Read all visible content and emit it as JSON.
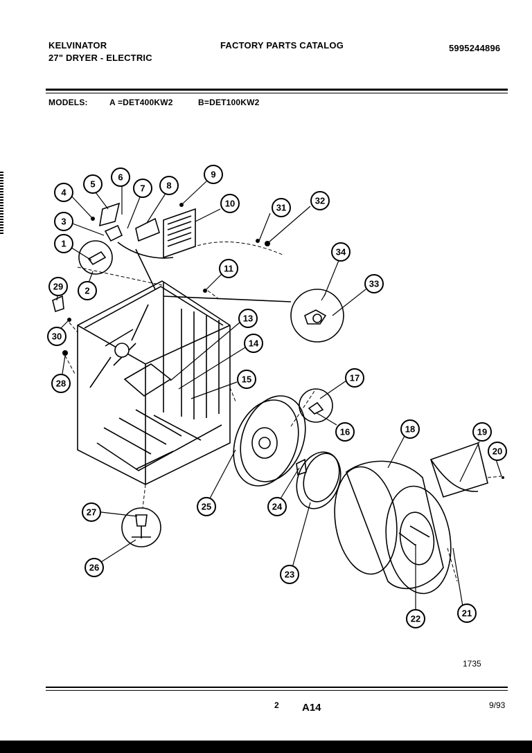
{
  "header": {
    "brand": "KELVINATOR",
    "product": "27\" DRYER - ELECTRIC",
    "catalog_title": "FACTORY PARTS CATALOG",
    "catalog_number": "5995244896"
  },
  "models": {
    "label": "MODELS:",
    "model_a": "A =DET400KW2",
    "model_b": "B=DET100KW2"
  },
  "diagram": {
    "callouts": [
      "1",
      "2",
      "3",
      "4",
      "5",
      "6",
      "7",
      "8",
      "9",
      "10",
      "11",
      "13",
      "14",
      "15",
      "16",
      "17",
      "18",
      "19",
      "20",
      "21",
      "22",
      "23",
      "24",
      "25",
      "26",
      "27",
      "28",
      "29",
      "30",
      "31",
      "32",
      "33",
      "34"
    ],
    "figure_number": "1735"
  },
  "footer": {
    "page_number": "2",
    "section_code": "A14",
    "date": "9/93"
  }
}
